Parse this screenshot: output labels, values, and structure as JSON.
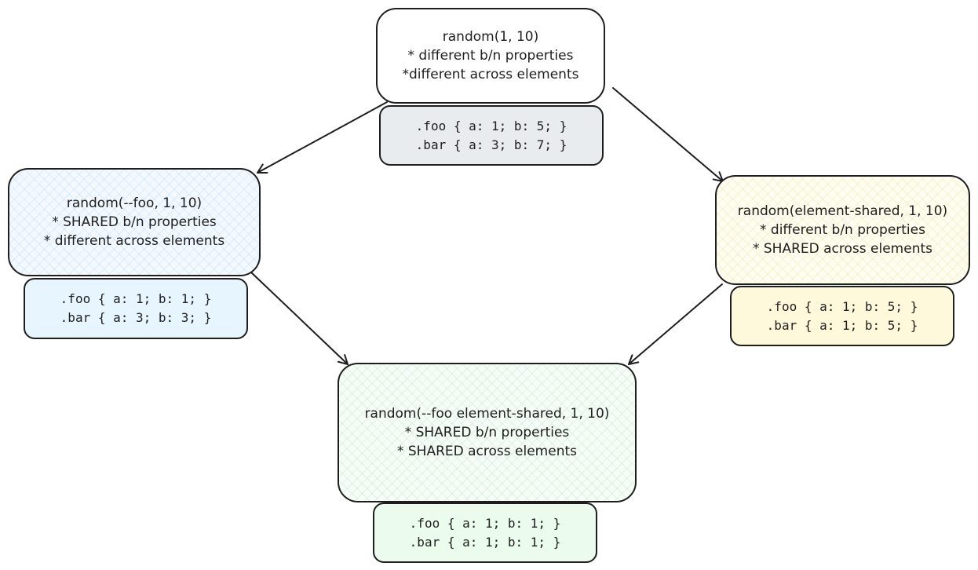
{
  "nodes": {
    "top": {
      "lines": [
        "random(1, 10)",
        "* different b/n properties",
        "*different across elements"
      ],
      "code": [
        ".foo { a: 1; b: 5; }",
        ".bar { a: 3; b: 7; }"
      ],
      "code_color": "#e9ecef"
    },
    "left": {
      "lines": [
        "random(--foo, 1, 10)",
        "* SHARED b/n properties",
        "* different across elements"
      ],
      "code": [
        ".foo { a: 1; b: 1; }",
        ".bar { a: 3; b: 3; }"
      ],
      "code_color": "#e7f5ff"
    },
    "right": {
      "lines": [
        "random(element-shared, 1, 10)",
        "* different b/n properties",
        "* SHARED across elements"
      ],
      "code": [
        ".foo { a: 1; b: 5; }",
        ".bar { a: 1; b: 5; }"
      ],
      "code_color": "#fff9db"
    },
    "bottom": {
      "lines": [
        "random(--foo element-shared, 1, 10)",
        "* SHARED b/n properties",
        "* SHARED across elements"
      ],
      "code": [
        ".foo { a: 1; b: 1; }",
        ".bar { a: 1; b: 1; }"
      ],
      "code_color": "#ebfbee"
    }
  },
  "colors": {
    "stroke": "#1e1e1e",
    "background": "#ffffff"
  }
}
